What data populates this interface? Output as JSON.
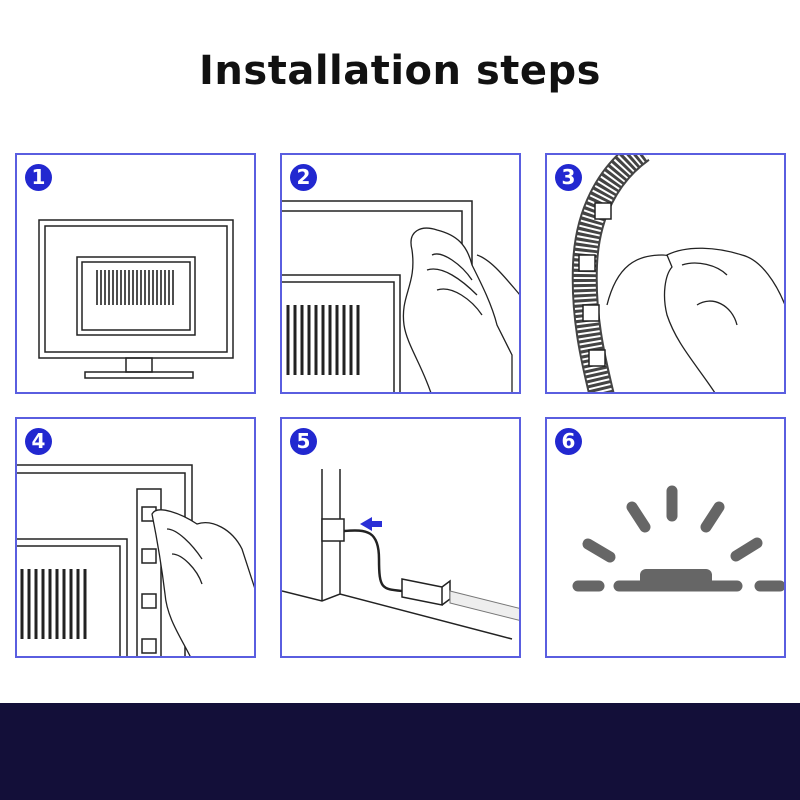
{
  "title": "Installation steps",
  "steps": [
    {
      "number": "1",
      "illustration": "tv-icon"
    },
    {
      "number": "2",
      "illustration": "wipe-icon"
    },
    {
      "number": "3",
      "illustration": "peel-strip-icon"
    },
    {
      "number": "4",
      "illustration": "attach-strip-icon"
    },
    {
      "number": "5",
      "illustration": "usb-plug-icon"
    },
    {
      "number": "6",
      "illustration": "light-on-icon"
    }
  ],
  "colors": {
    "accent": "#2228d0",
    "border": "#5a5ee0",
    "footer": "#130f39"
  }
}
